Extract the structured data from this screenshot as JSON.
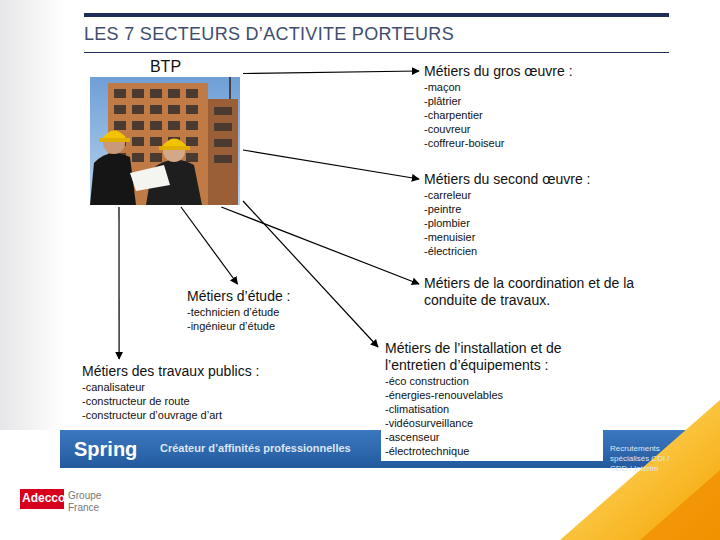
{
  "diagram": {
    "title": "LES 7 SECTEURS D’ACTIVITE PORTEURS",
    "nodes": [
      {
        "text": [
          "BTP"
        ]
      },
      {
        "text": [
          "Métiers du gros œuvre :",
          "-maçon",
          "-plâtrier",
          "-charpentier",
          "-couvreur",
          "-coffreur-boiseur"
        ]
      },
      {
        "text": [
          "Métiers du second œuvre :",
          "-carreleur",
          "-peintre",
          "-plombier",
          "-menuisier",
          "-électricien"
        ]
      },
      {
        "text": [
          "Métiers de la coordination et de la conduite de travaux."
        ]
      },
      {
        "text": [
          "Métiers d’étude :",
          "-technicien d’étude",
          "-ingénieur d’étude"
        ]
      },
      {
        "text": [
          "Métiers des travaux publics :",
          "-canalisateur",
          "-constructeur de route",
          "-constructeur d’ouvrage d’art"
        ]
      },
      {
        "text": [
          "Métiers de l’installation et de l’entretien d’équipements :",
          "-éco construction",
          "-énergies-renouvelables",
          "-climatisation",
          "-vidéosurveillance",
          "-ascenseur",
          "-électrotechnique"
        ]
      }
    ],
    "edges": [
      {
        "from": 0,
        "to": 1,
        "arrow": "to"
      },
      {
        "from": 0,
        "to": 2,
        "arrow": "to"
      },
      {
        "from": 0,
        "to": 3,
        "arrow": "to"
      },
      {
        "from": 0,
        "to": 4,
        "arrow": "to"
      },
      {
        "from": 0,
        "to": 5,
        "arrow": "to"
      },
      {
        "from": 0,
        "to": 6,
        "arrow": "to"
      }
    ],
    "labels": [
      "Spring",
      "Créateur d’affinités professionnelles",
      "Recrutements spécialisés CDI / CDD / Intérim",
      "Adecco",
      "Groupe",
      "France"
    ]
  }
}
